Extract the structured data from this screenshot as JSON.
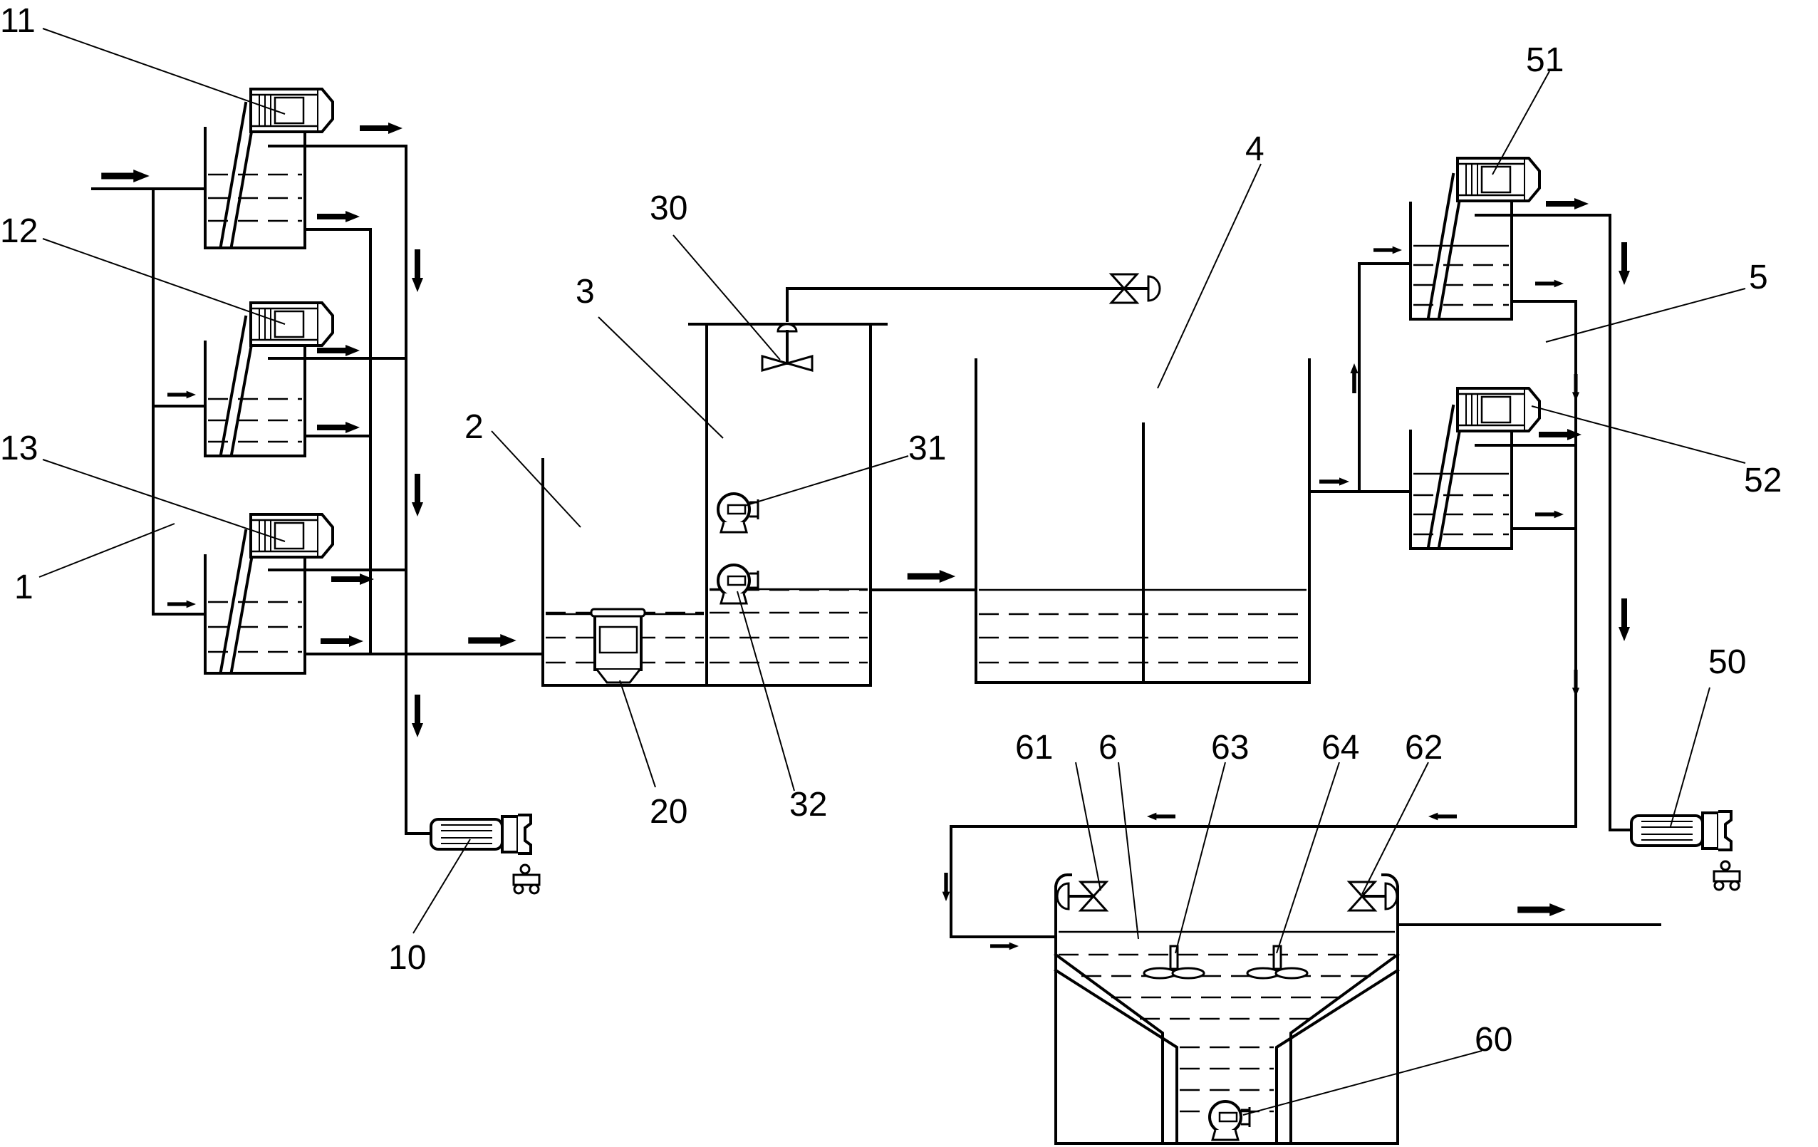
{
  "labels": {
    "l1": "1",
    "l2": "2",
    "l3": "3",
    "l4": "4",
    "l5": "5",
    "l6": "6",
    "l10": "10",
    "l11": "11",
    "l12": "12",
    "l13": "13",
    "l20": "20",
    "l30": "30",
    "l31": "31",
    "l32": "32",
    "l50": "50",
    "l51": "51",
    "l52": "52",
    "l60": "60",
    "l61": "61",
    "l62": "62",
    "l63": "63",
    "l64": "64"
  }
}
